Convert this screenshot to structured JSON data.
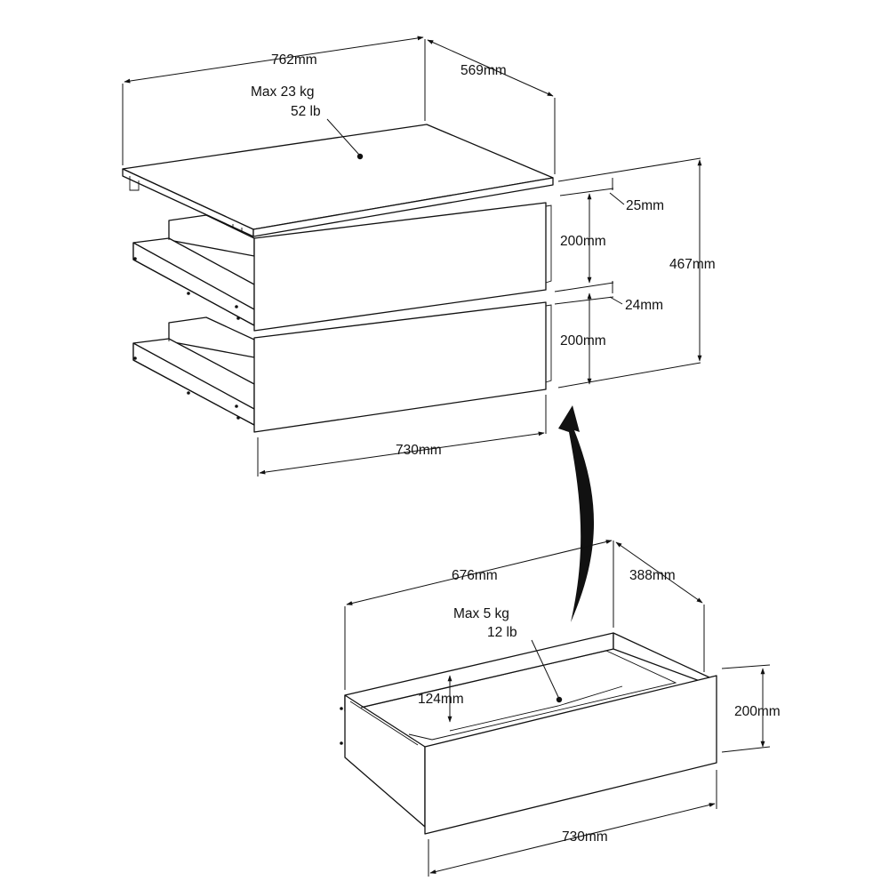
{
  "cabinet": {
    "width": "762mm",
    "depth": "569mm",
    "load_kg": "Max 23 kg",
    "load_lb": "52 lb",
    "top_gap": "25mm",
    "drawer_height_1": "200mm",
    "middle_gap": "24mm",
    "drawer_height_2": "200mm",
    "total_height": "467mm",
    "front_width": "730mm"
  },
  "drawer": {
    "inner_width": "676mm",
    "inner_depth": "388mm",
    "load_kg": "Max 5 kg",
    "load_lb": "12 lb",
    "inner_height": "124mm",
    "front_height": "200mm",
    "front_width": "730mm"
  }
}
